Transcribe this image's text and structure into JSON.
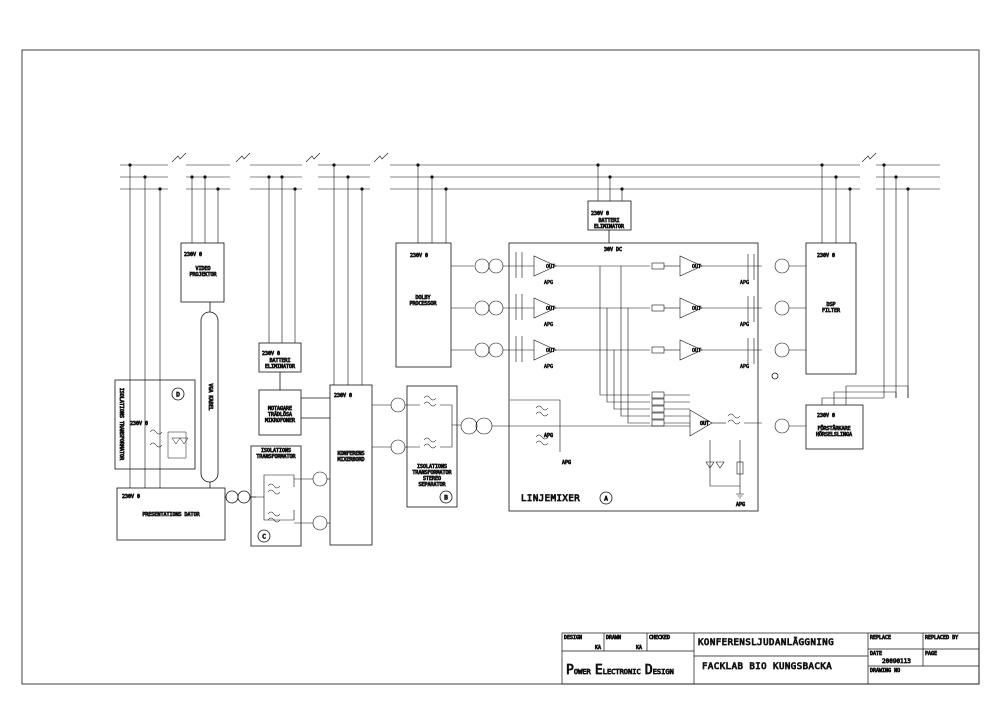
{
  "drawing": {
    "blocks": {
      "video_projector": "VIDEO\nPROJEKTOR",
      "vga_cable": "VGA KABEL",
      "batt_elim_1": "BATTERI\nELIMINATOR",
      "wireless_mics": "MOTAGARE\nTRÅDLÖSA\nMIKROFONER",
      "conf_mixer": "KONFERENS\nMIXERBORD",
      "iso_transformer_d": "ISOLATIONS TRANSFORMATOR",
      "pres_computer": "PRESENTATIONS DATOR",
      "iso_transformer_c": "ISOLATIONS\nTRANSFORMATOR",
      "iso_stereo_sep": "ISOLATIONS\nTRANSFORMATOR\nSTEREO\nSEPARATOR",
      "dolby": "DOLBY\nPROCESSOR",
      "batt_elim_2": "BATTERI\nELIMINATOR",
      "dc_label": "30V DC",
      "dsp": "DSP\nFILTER",
      "amplifier": "FÖRSTÄRKARE\nHÖRSELSLINGA",
      "linjemixer": "LINJEMIXER"
    },
    "power_label": "230V 0",
    "apg": "APG",
    "out": "OUT",
    "markers": {
      "a": "A",
      "b": "B",
      "c": "C",
      "d": "D"
    }
  },
  "title_block": {
    "design_label": "DESIGN",
    "design_value": "KA",
    "drawn_label": "DRAWN",
    "drawn_value": "KA",
    "checked_label": "CHECKED",
    "title": "KONFERENSLJUDANLÄGGNING",
    "subtitle": "FACKLAB BIO KUNGSBACKA",
    "replace_label": "REPLACE",
    "replaced_by_label": "REPLACED BY",
    "date_label": "DATE",
    "date_value": "20090113",
    "page_label": "PAGE",
    "drawing_no_label": "DRAWING NO",
    "company": {
      "p1": "P",
      "p2": "OWER ",
      "e1": "E",
      "e2": "LECTRONIC ",
      "d1": "D",
      "d2": "ESIGN"
    }
  }
}
